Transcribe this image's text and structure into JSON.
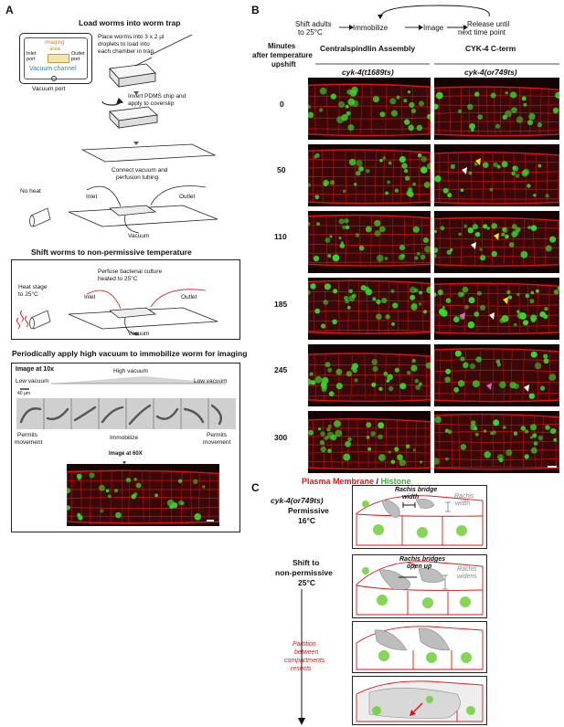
{
  "panel_a": {
    "label": "A",
    "load_title": "Load worms into worm trap",
    "chip": {
      "imaging": "Imaging",
      "area": "area",
      "inlet": "Inlet",
      "port1": "port",
      "outlet": "Outlet",
      "port2": "port",
      "vacuum_channel": "Vacuum channel",
      "vacuum_port": "Vacuum port"
    },
    "step_place": [
      "Place worms into 3 x 2 µl",
      "droplets to load into",
      "each chamber in trap"
    ],
    "step_invert": [
      "Invert PDMS chip and",
      "apply to coverslip"
    ],
    "connect": [
      "Connect vacuum and",
      "perfusion tubing"
    ],
    "no_heat": "No heat",
    "inlet": "Inlet",
    "outlet": "Outlet",
    "vacuum": "Vacuum",
    "shift_title": "Shift worms to non-permissive temperature",
    "heat_stage": [
      "Heat stage",
      "to 25°C"
    ],
    "perfuse": [
      "Perfuse bacterial culture",
      "heated to 25°C"
    ],
    "periodic_title": "Periodically apply high vacuum to immobilize worm for imaging",
    "image10": "Image at 10x",
    "high_vacuum": "High vacuum",
    "low_vacuum_l": "Low vacuum",
    "low_vacuum_r": "Low vacuum",
    "scale": "40 µm",
    "permits_l": [
      "Permits",
      "movement"
    ],
    "permits_r": [
      "Permits",
      "movement"
    ],
    "immobilize": "Immobilize",
    "image60": "Image at 60X"
  },
  "panel_b": {
    "label": "B",
    "flow": [
      "Shift adults",
      "to 25°C",
      "Immobilize",
      "Image",
      "Release until",
      "next time point"
    ],
    "minutes_label": [
      "Minutes",
      "after temperature",
      "upshift"
    ],
    "col1_title": "Centralspindlin Assembly",
    "col1_allele": "cyk-4(t1689ts)",
    "col2_title": "CYK-4  C-term",
    "col2_allele": "cyk-4(or749ts)",
    "times": [
      "0",
      "50",
      "110",
      "185",
      "245",
      "300"
    ],
    "legend_red": "Plasma Membrane",
    "legend_sep": " / ",
    "legend_green": "Histone"
  },
  "panel_c": {
    "label": "C",
    "allele": "cyk-4(or749ts)",
    "permissive": [
      "Permissive",
      "16°C"
    ],
    "shift": [
      "Shift to",
      "non-permissive",
      "25°C"
    ],
    "bridge_width": [
      "Rachis bridge",
      "width"
    ],
    "rachis_width": [
      "Rachis",
      "width"
    ],
    "bridges_open": [
      "Rachis bridges",
      "open up"
    ],
    "rachis_widens": [
      "Rachis",
      "widens"
    ],
    "partition": [
      "Partition",
      "between",
      "compartments",
      "resects"
    ]
  },
  "colors": {
    "membrane": "#e01414",
    "histone": "#39d62a",
    "background": "#140404"
  }
}
